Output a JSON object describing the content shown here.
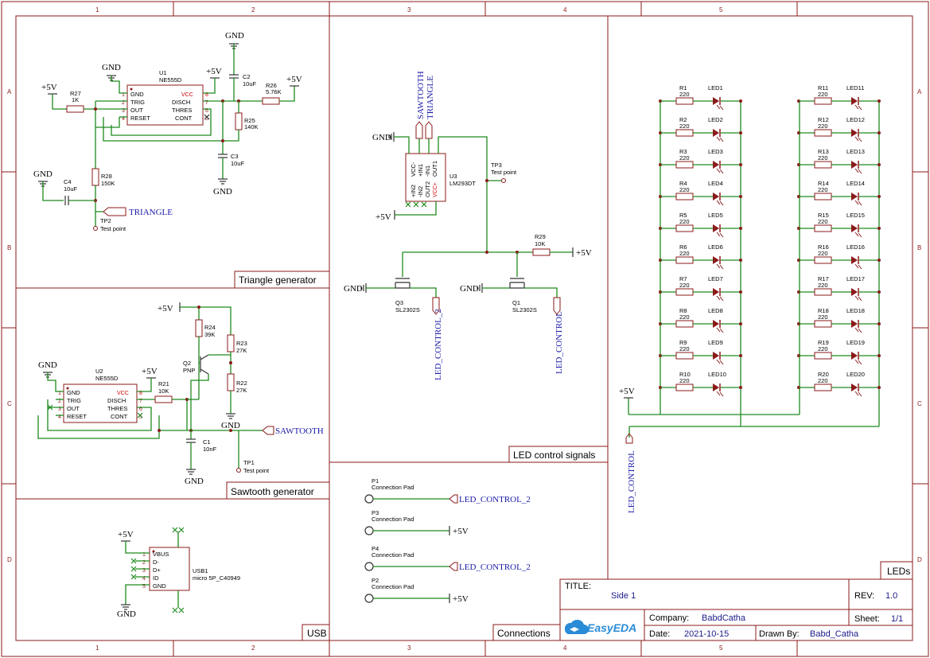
{
  "grid": {
    "columns": [
      "1",
      "2",
      "3",
      "4",
      "5"
    ],
    "rows": [
      "A",
      "B",
      "C",
      "D"
    ]
  },
  "sections": {
    "triangle": "Triangle generator",
    "sawtooth": "Sawtooth generator",
    "usb": "USB",
    "led_control": "LED control signals",
    "connections": "Connections",
    "leds": "LEDs"
  },
  "power": {
    "gnd": "GND",
    "vcc": "+5V"
  },
  "nets": {
    "triangle": "TRIANGLE",
    "sawtooth": "SAWTOOTH",
    "led_control": "LED_CONTROL",
    "led_control_2": "LED_CONTROL_2"
  },
  "triangle_gen": {
    "u1_ref": "U1",
    "u1_val": "NE555D",
    "u1_pins_left": [
      "GND",
      "TRIG",
      "OUT",
      "RESET"
    ],
    "u1_pins_right": [
      "VCC",
      "DISCH",
      "THRES",
      "CONT"
    ],
    "u1_pin_nums_left": [
      "1",
      "2",
      "3",
      "4"
    ],
    "u1_pin_nums_right": [
      "8",
      "7",
      "6",
      "5"
    ],
    "r27": [
      "R27",
      "1K"
    ],
    "r26": [
      "R26",
      "5.76K"
    ],
    "r25": [
      "R25",
      "140K"
    ],
    "r28": [
      "R28",
      "150K"
    ],
    "c2": [
      "C2",
      "10uF"
    ],
    "c3": [
      "C3",
      "10uF"
    ],
    "c4": [
      "C4",
      "10uF"
    ],
    "tp2": [
      "TP2",
      "Test point"
    ]
  },
  "sawtooth_gen": {
    "u2_ref": "U2",
    "u2_val": "NE555D",
    "u2_pins_left": [
      "GND",
      "TRIG",
      "OUT",
      "RESET"
    ],
    "u2_pins_right": [
      "VCC",
      "DISCH",
      "THRES",
      "CONT"
    ],
    "u2_pin_nums_left": [
      "1",
      "2",
      "3",
      "4"
    ],
    "u2_pin_nums_right": [
      "8",
      "7",
      "6",
      "5"
    ],
    "r21": [
      "R21",
      "10K"
    ],
    "r22": [
      "R22",
      "27K"
    ],
    "r23": [
      "R23",
      "27K"
    ],
    "r24": [
      "R24",
      "39K"
    ],
    "q2": [
      "Q2",
      "PNP"
    ],
    "c1": [
      "C1",
      "10nF"
    ],
    "tp1": [
      "TP1",
      "Test point"
    ]
  },
  "usb_sec": {
    "usb1_ref": "USB1",
    "usb1_val": "micro 5P_C40949",
    "pins": [
      "VBUS",
      "D-",
      "D+",
      "ID",
      "GND"
    ],
    "pin_nums": [
      "1",
      "2",
      "3",
      "4",
      "5"
    ]
  },
  "led_ctrl": {
    "u3_ref": "U3",
    "u3_val": "LM293DT",
    "u3_pins_top": [
      "VCC-",
      "+IN1",
      "-IN1",
      "OUT1"
    ],
    "u3_pins_bottom": [
      "+IN2",
      "-IN2",
      "OUT2",
      "VCC+"
    ],
    "tp3": [
      "TP3",
      "Test point"
    ],
    "r29": [
      "R29",
      "10K"
    ],
    "q3": [
      "Q3",
      "SL2302S"
    ],
    "q1": [
      "Q1",
      "SL2302S"
    ]
  },
  "connections": [
    {
      "ref": "P1",
      "type": "Connection Pad",
      "net": "LED_CONTROL_2"
    },
    {
      "ref": "P3",
      "type": "Connection Pad",
      "net": "+5V"
    },
    {
      "ref": "P4",
      "type": "Connection Pad",
      "net": "LED_CONTROL_2"
    },
    {
      "ref": "P2",
      "type": "Connection Pad",
      "net": "+5V"
    }
  ],
  "leds_left": [
    {
      "r": "R1",
      "rv": "220",
      "led": "LED1"
    },
    {
      "r": "R2",
      "rv": "220",
      "led": "LED2"
    },
    {
      "r": "R3",
      "rv": "220",
      "led": "LED3"
    },
    {
      "r": "R4",
      "rv": "220",
      "led": "LED4"
    },
    {
      "r": "R5",
      "rv": "220",
      "led": "LED5"
    },
    {
      "r": "R6",
      "rv": "220",
      "led": "LED6"
    },
    {
      "r": "R7",
      "rv": "220",
      "led": "LED7"
    },
    {
      "r": "R8",
      "rv": "220",
      "led": "LED8"
    },
    {
      "r": "R9",
      "rv": "220",
      "led": "LED9"
    },
    {
      "r": "R10",
      "rv": "220",
      "led": "LED10"
    }
  ],
  "leds_right": [
    {
      "r": "R11",
      "rv": "220",
      "led": "LED11"
    },
    {
      "r": "R12",
      "rv": "220",
      "led": "LED12"
    },
    {
      "r": "R13",
      "rv": "220",
      "led": "LED13"
    },
    {
      "r": "R14",
      "rv": "220",
      "led": "LED14"
    },
    {
      "r": "R15",
      "rv": "220",
      "led": "LED15"
    },
    {
      "r": "R16",
      "rv": "220",
      "led": "LED16"
    },
    {
      "r": "R17",
      "rv": "220",
      "led": "LED17"
    },
    {
      "r": "R18",
      "rv": "220",
      "led": "LED18"
    },
    {
      "r": "R19",
      "rv": "220",
      "led": "LED19"
    },
    {
      "r": "R20",
      "rv": "220",
      "led": "LED20"
    }
  ],
  "title_block": {
    "title_label": "TITLE:",
    "title": "Side 1",
    "rev_label": "REV:",
    "rev": "1.0",
    "company_label": "Company:",
    "company": "BabdCatha",
    "sheet_label": "Sheet:",
    "sheet": "1/1",
    "date_label": "Date:",
    "date": "2021-10-15",
    "drawn_label": "Drawn By:",
    "drawn": "Babd_Catha",
    "logo": "EasyEDA"
  }
}
